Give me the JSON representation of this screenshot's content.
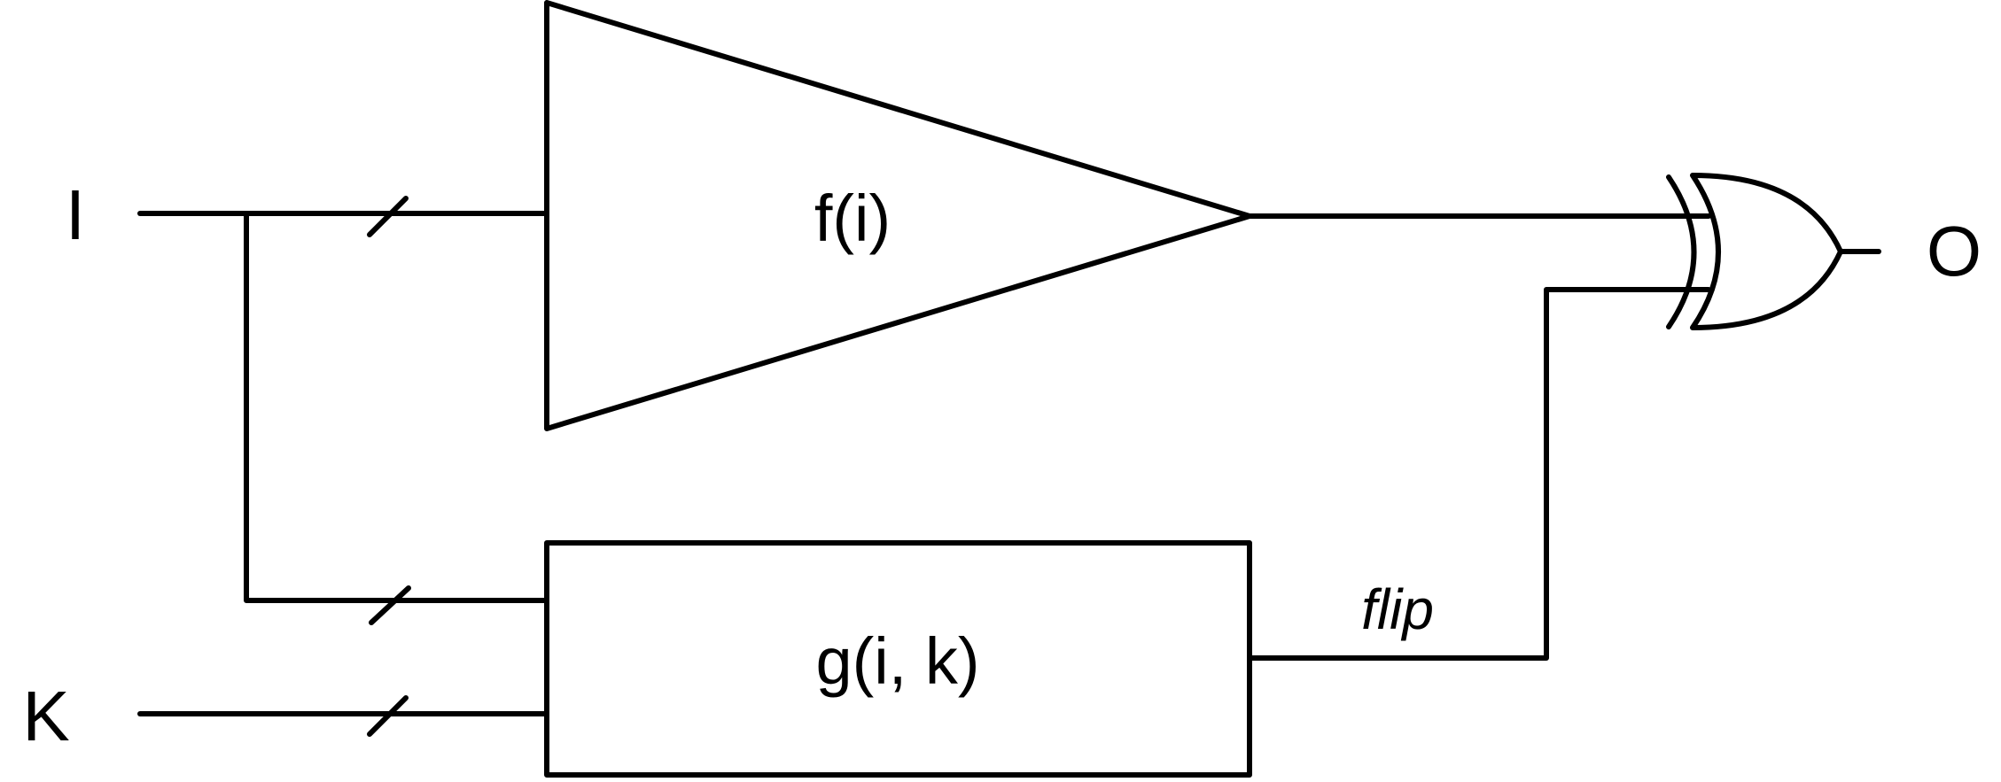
{
  "inputs": {
    "i_label": "I",
    "k_label": "K"
  },
  "output": {
    "o_label": "O"
  },
  "blocks": {
    "f_label": "f(i)",
    "g_label": "g(i, k)"
  },
  "signals": {
    "flip_label": "flip"
  },
  "gate": {
    "type": "XOR"
  },
  "colors": {
    "stroke": "#000000",
    "background": "#ffffff"
  }
}
